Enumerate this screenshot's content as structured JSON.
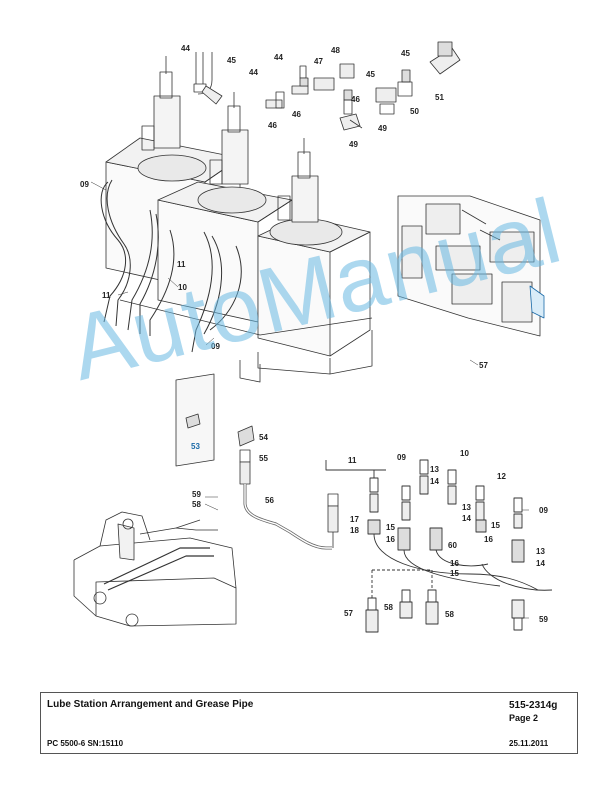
{
  "title_block": {
    "title": "Lube Station Arrangement and Grease Pipe",
    "document_number": "515-2314g",
    "page": "Page 2",
    "model": "PC 5500-6 SN:15110",
    "date": "25.11.2011"
  },
  "watermark": {
    "text": "AutoManual",
    "color": "#68b8e2"
  },
  "callouts": {
    "c44a": "44",
    "c45a": "45",
    "c44b": "44",
    "c48": "48",
    "c44c": "44",
    "c47": "47",
    "c45b": "45",
    "c45c": "45",
    "c46a": "46",
    "c46b": "46",
    "c46c": "46",
    "c50": "50",
    "c51": "51",
    "c49a": "49",
    "c49b": "49",
    "c09a": "09",
    "c11a": "11",
    "c10": "10",
    "c11b": "11",
    "c09b": "09",
    "c57a": "57",
    "c53": "53",
    "c54": "54",
    "c55": "55",
    "c56": "56",
    "c59a": "59",
    "c58a": "58",
    "c11c": "11",
    "c09c": "09",
    "c10b": "10",
    "c13a": "13",
    "c14a": "14",
    "c12": "12",
    "c13b": "13",
    "c14b": "14",
    "c09d": "09",
    "c17": "17",
    "c18": "18",
    "c15a": "15",
    "c16a": "16",
    "c60": "60",
    "c15b": "15",
    "c16b": "16",
    "c15c": "15",
    "c13c": "13",
    "c14c": "14",
    "c16c": "16",
    "c57b": "57",
    "c58b": "58",
    "c58c": "58",
    "c59b": "59"
  }
}
